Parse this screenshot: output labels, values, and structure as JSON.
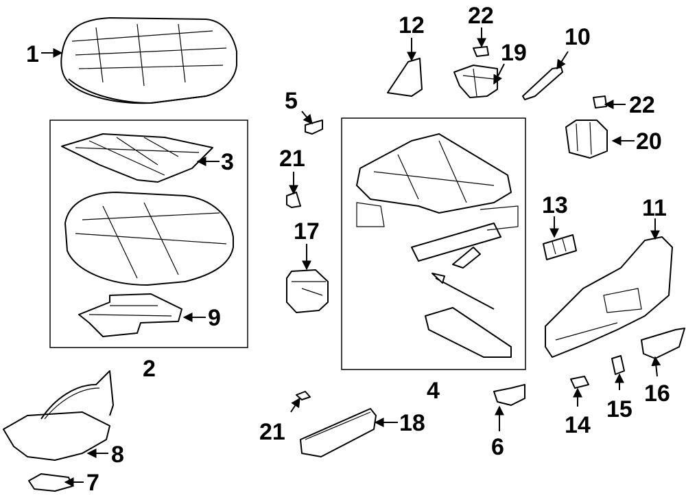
{
  "callouts": {
    "c1": "1",
    "c2": "2",
    "c3": "3",
    "c4": "4",
    "c5": "5",
    "c6": "6",
    "c7": "7",
    "c8": "8",
    "c9": "9",
    "c10": "10",
    "c11": "11",
    "c12": "12",
    "c13": "13",
    "c14": "14",
    "c15": "15",
    "c16": "16",
    "c17": "17",
    "c18": "18",
    "c19": "19",
    "c20": "20",
    "c21a": "21",
    "c21b": "21",
    "c22a": "22",
    "c22b": "22"
  }
}
